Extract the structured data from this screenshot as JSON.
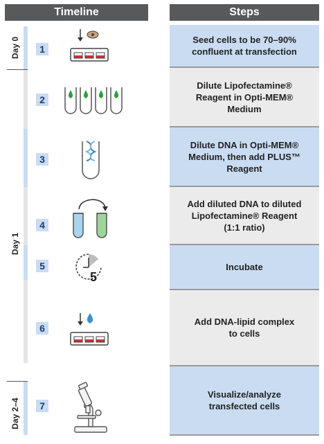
{
  "headers": {
    "timeline": "Timeline",
    "steps": "Steps"
  },
  "days": [
    {
      "label": "Day 0"
    },
    {
      "label": "Day 1"
    },
    {
      "label": "Day 2–4"
    }
  ],
  "steps": [
    {
      "number": "1",
      "text": "Seed cells to be 70–90%\nconfluent at transfection",
      "icon": "cell-plate-icon",
      "shade": "blue"
    },
    {
      "number": "2",
      "text": "Dilute Lipofectamine®\nReagent in Opti-MEM®\nMedium",
      "icon": "reagent-tubes-icon",
      "shade": "grey"
    },
    {
      "number": "3",
      "text": "Dilute DNA in Opti-MEM®\nMedium, then add PLUS™\nReagent",
      "icon": "dna-tube-icon",
      "shade": "blue"
    },
    {
      "number": "4",
      "text": "Add diluted DNA to diluted\nLipofectamine® Reagent\n(1:1 ratio)",
      "icon": "mix-tubes-icon",
      "shade": "grey"
    },
    {
      "number": "5",
      "text": "Incubate",
      "icon": "timer-icon",
      "shade": "blue"
    },
    {
      "number": "6",
      "text": "Add DNA-lipid complex\nto cells",
      "icon": "droplet-plate-icon",
      "shade": "grey"
    },
    {
      "number": "7",
      "text": "Visualize/analyze\ntransfected cells",
      "icon": "microscope-icon",
      "shade": "blue"
    }
  ],
  "timer_value": "5",
  "colors": {
    "header": "#58595b",
    "blue": "#c9dcf2",
    "grey": "#ebebeb",
    "green": "#2e9e3e",
    "tube_blue": "#a9d6ee",
    "tube_green": "#9ed59a",
    "dish_red": "#c8323c"
  }
}
